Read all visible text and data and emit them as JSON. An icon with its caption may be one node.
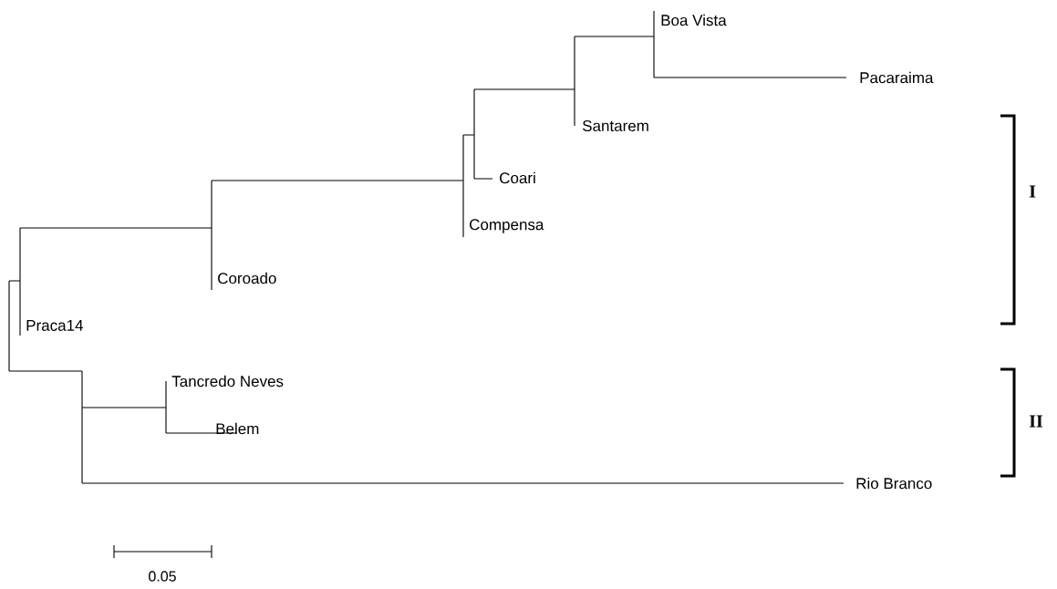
{
  "diagram": {
    "labels": [
      "Boa Vista",
      "Pacaraima",
      "Santarem",
      "Coari",
      "Compensa",
      "Coroado",
      "Praca14",
      "I",
      "Tancredo Neves",
      "Belem",
      "II",
      "Rio Branco",
      "0.05"
    ]
  }
}
